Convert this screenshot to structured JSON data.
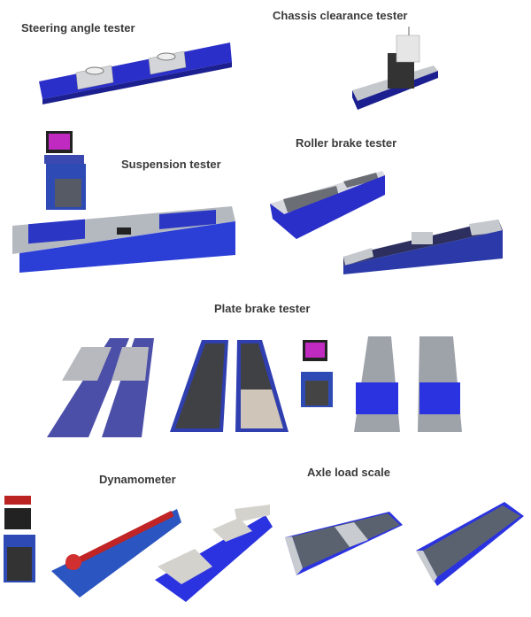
{
  "labels": {
    "steering": "Steering angle tester",
    "chassis": "Chassis clearance tester",
    "suspension": "Suspension tester",
    "roller": "Roller brake tester",
    "plate": "Plate brake tester",
    "dyno": "Dynamometer",
    "axle": "Axle load scale"
  },
  "colors": {
    "blue": "#2b2fc9",
    "dark_blue": "#1c1f8f",
    "steel": "#b8bcc4",
    "dark_plate": "#3c3f45",
    "text": "#3a3a3a"
  }
}
